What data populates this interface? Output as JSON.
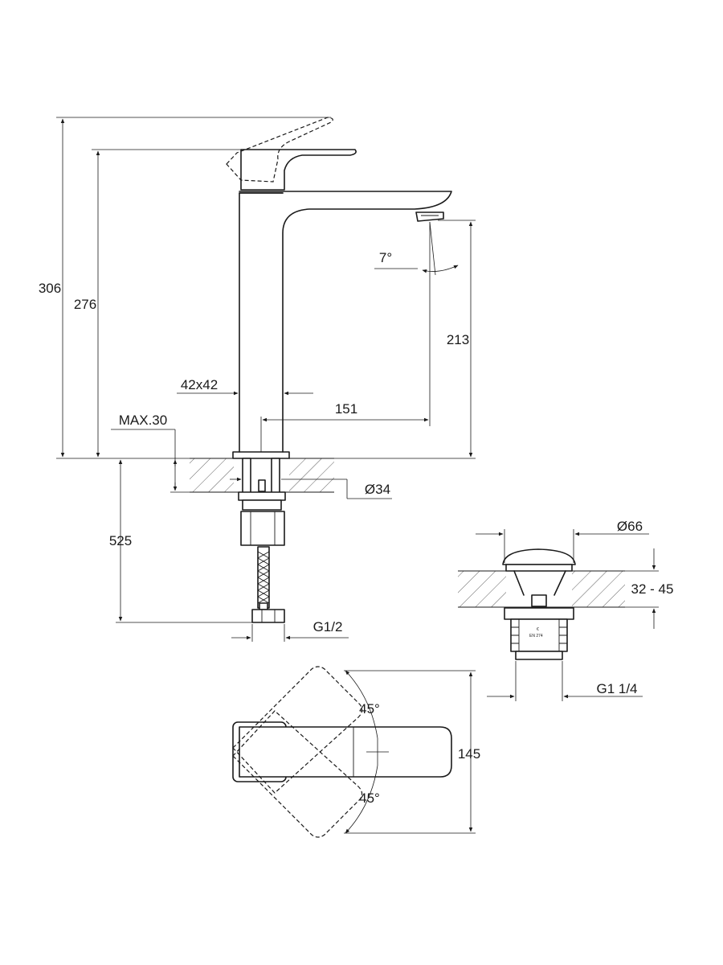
{
  "dimensions": {
    "height_total": "306",
    "height_spout": "276",
    "spout_outlet_height": "213",
    "body_section": "42x42",
    "reach": "151",
    "max_deck": "MAX.30",
    "hole_diameter": "Ø34",
    "hose_length": "525",
    "hose_thread": "G1/2",
    "spout_angle": "7°",
    "waste_cap_diameter": "Ø66",
    "waste_basin_thickness": "32 - 45",
    "waste_thread": "G1 1/4",
    "handle_rotation_up": "45°",
    "handle_rotation_down": "45°",
    "handle_length": "145"
  },
  "marks": {
    "waste_stamp_line1": "€",
    "waste_stamp_line2": "EN 274"
  },
  "colors": {
    "line": "#1a1a1a",
    "background": "#ffffff"
  }
}
